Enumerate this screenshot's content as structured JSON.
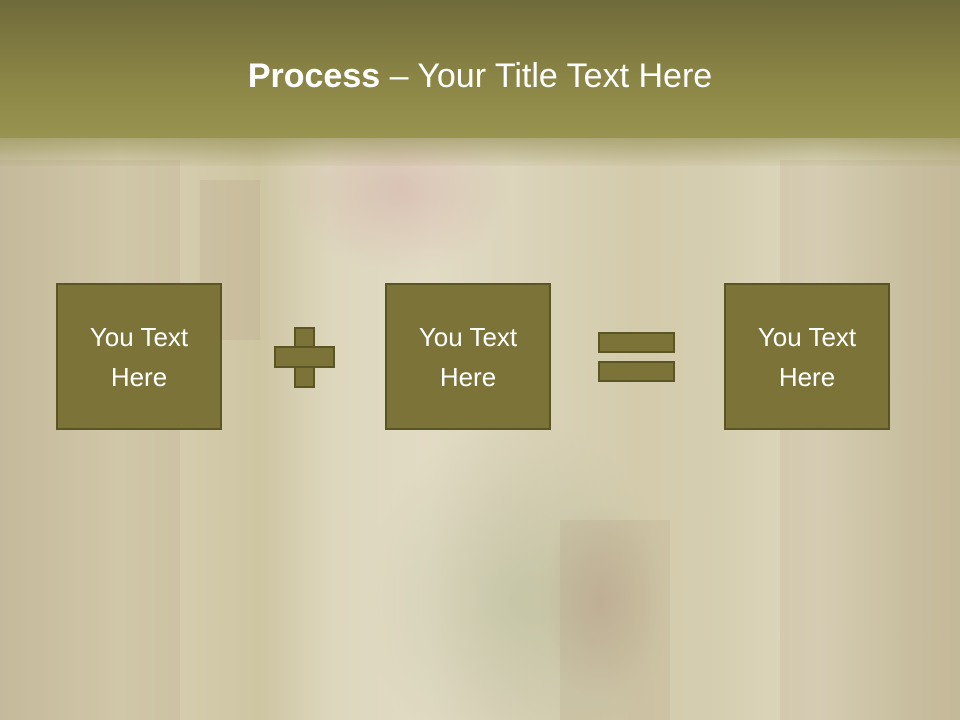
{
  "slide": {
    "title_bold": "Process",
    "title_rest": " – Your Title Text Here",
    "boxes": [
      {
        "label": "You Text Here"
      },
      {
        "label": "You Text Here"
      },
      {
        "label": "You Text Here"
      }
    ]
  },
  "colors": {
    "title_band": "#8c8646",
    "box_fill": "#7b7338",
    "box_border": "#5b5524",
    "text": "#ffffff"
  },
  "icons": [
    "plus-icon",
    "equals-icon"
  ]
}
